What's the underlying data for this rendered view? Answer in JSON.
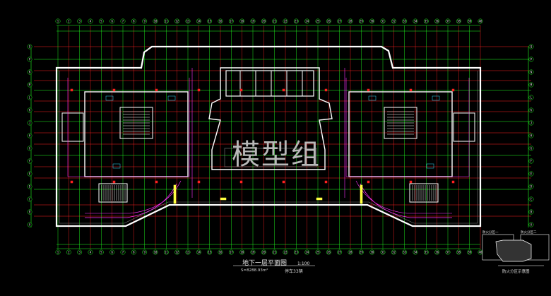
{
  "watermark": "模型组",
  "title_block": {
    "title": "地下一层平面图",
    "scale": "1:100",
    "area": "S=8288.93m²",
    "parking": "停车33辆"
  },
  "legend": {
    "item1": "防火分区一",
    "item2": "防火分区二",
    "caption": "防火分区示意图"
  },
  "axes": {
    "top": [
      "1",
      "2",
      "3",
      "4",
      "5",
      "6",
      "7",
      "8",
      "9",
      "10",
      "11",
      "12",
      "13",
      "14",
      "15",
      "16",
      "17",
      "18",
      "19",
      "20",
      "21",
      "22",
      "23",
      "24",
      "25",
      "26",
      "27",
      "28",
      "29",
      "30",
      "31",
      "32",
      "33",
      "34",
      "35",
      "36",
      "37",
      "38",
      "39",
      "40"
    ],
    "left": [
      "Q",
      "P",
      "N",
      "M",
      "L",
      "K",
      "J",
      "H",
      "G",
      "F",
      "E",
      "D",
      "C",
      "B",
      "A"
    ],
    "right": [
      "Q",
      "P",
      "N",
      "M",
      "L",
      "K",
      "J",
      "H",
      "G",
      "F",
      "E",
      "D",
      "C",
      "B",
      "A"
    ]
  },
  "colors": {
    "background": "#000000",
    "wall": "#ffffff",
    "grid_red": "#ff2020",
    "grid_green": "#20ff20",
    "magenta": "#ff30ff",
    "yellow": "#ffff40",
    "cyan": "#30e0ff",
    "gray": "#808080"
  }
}
